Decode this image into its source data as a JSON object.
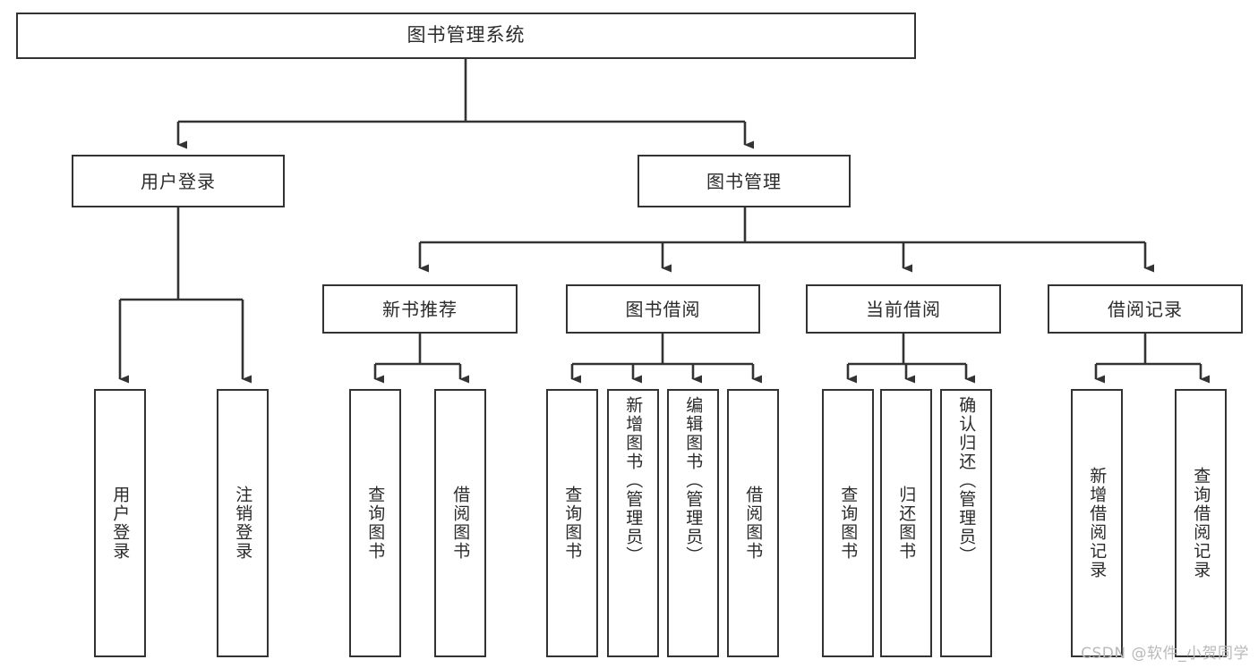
{
  "diagram": {
    "title": "图书管理系统",
    "type": "tree",
    "watermark": "CSDN @软件_小贺同学",
    "colors": {
      "background": "#ffffff",
      "node_fill": "#ffffff",
      "node_border": "#333333",
      "edge": "#333333",
      "text": "#2b2b2b",
      "watermark": "#b9b9b9"
    },
    "root": {
      "label": "图书管理系统"
    },
    "level2": [
      {
        "label": "用户登录"
      },
      {
        "label": "图书管理"
      }
    ],
    "level3": [
      {
        "label": "新书推荐"
      },
      {
        "label": "图书借阅"
      },
      {
        "label": "当前借阅"
      },
      {
        "label": "借阅记录"
      }
    ],
    "leaves": {
      "user_login": [
        {
          "label": "用户登录"
        },
        {
          "label": "注销登录"
        }
      ],
      "new_book": [
        {
          "label": "查询图书"
        },
        {
          "label": "借阅图书"
        }
      ],
      "book_borrow": [
        {
          "label": "查询图书"
        },
        {
          "label": "新增图书（管理员）"
        },
        {
          "label": "编辑图书（管理员）"
        },
        {
          "label": "借阅图书"
        }
      ],
      "current_borrow": [
        {
          "label": "查询图书"
        },
        {
          "label": "归还图书"
        },
        {
          "label": "确认归还（管理员）"
        }
      ],
      "borrow_record": [
        {
          "label": "新增借阅记录"
        },
        {
          "label": "查询借阅记录"
        }
      ]
    }
  }
}
